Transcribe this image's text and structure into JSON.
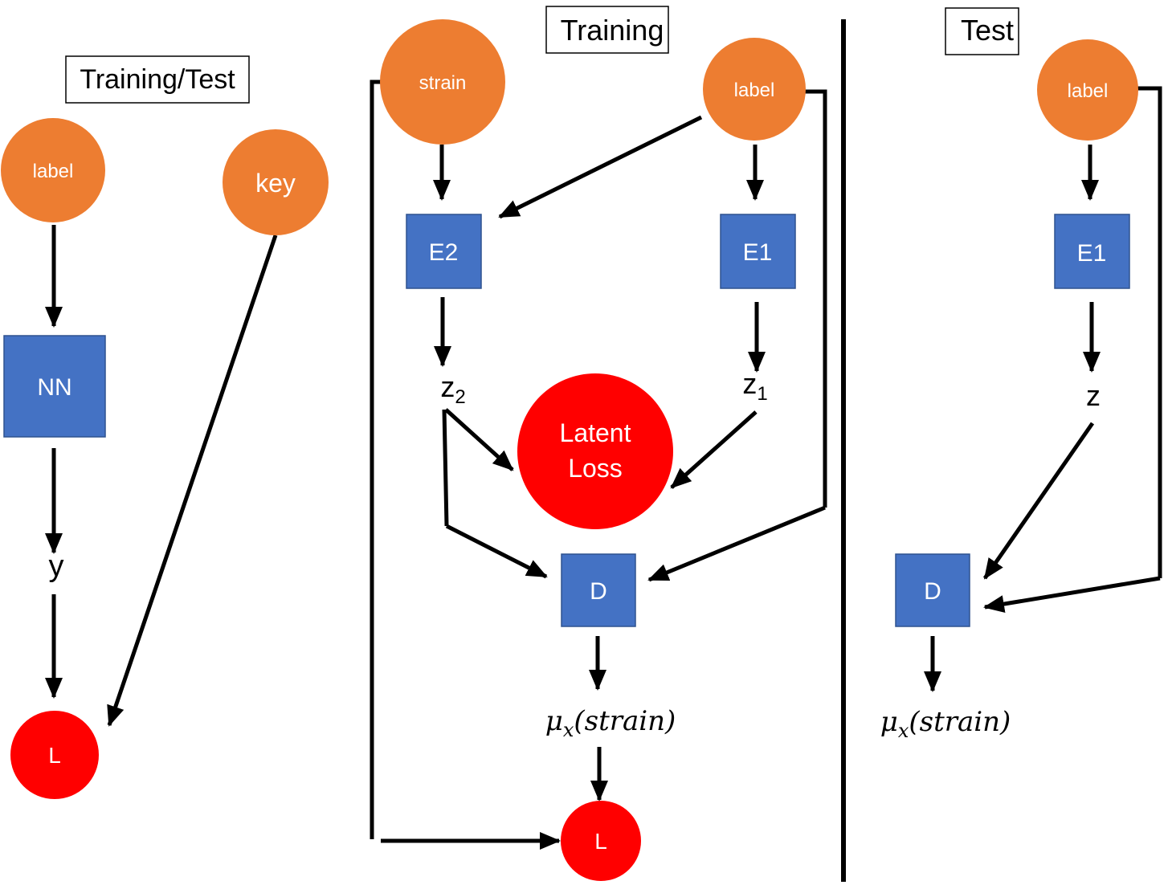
{
  "panels": {
    "left": {
      "title": "Training/Test",
      "nodes": {
        "label": "label",
        "key": "key",
        "nn": "NN",
        "y": "y",
        "loss": "L"
      }
    },
    "middle": {
      "title": "Training",
      "nodes": {
        "strain": "strain",
        "label": "label",
        "e2": "E2",
        "e1": "E1",
        "z2": "z",
        "z2_sub": "2",
        "z1": "z",
        "z1_sub": "1",
        "latent_loss_line1": "Latent",
        "latent_loss_line2": "Loss",
        "decoder": "D",
        "output_mu": "μ",
        "output_sub": "x",
        "output_arg": "(strain)",
        "loss": "L"
      }
    },
    "right": {
      "title": "Test",
      "nodes": {
        "label": "label",
        "e1": "E1",
        "z": "z",
        "decoder": "D",
        "output_mu": "μ",
        "output_sub": "x",
        "output_arg": "(strain)"
      }
    }
  },
  "colors": {
    "input_node": "#ED7D31",
    "loss_node": "#FF0000",
    "module_box": "#4472C4"
  }
}
